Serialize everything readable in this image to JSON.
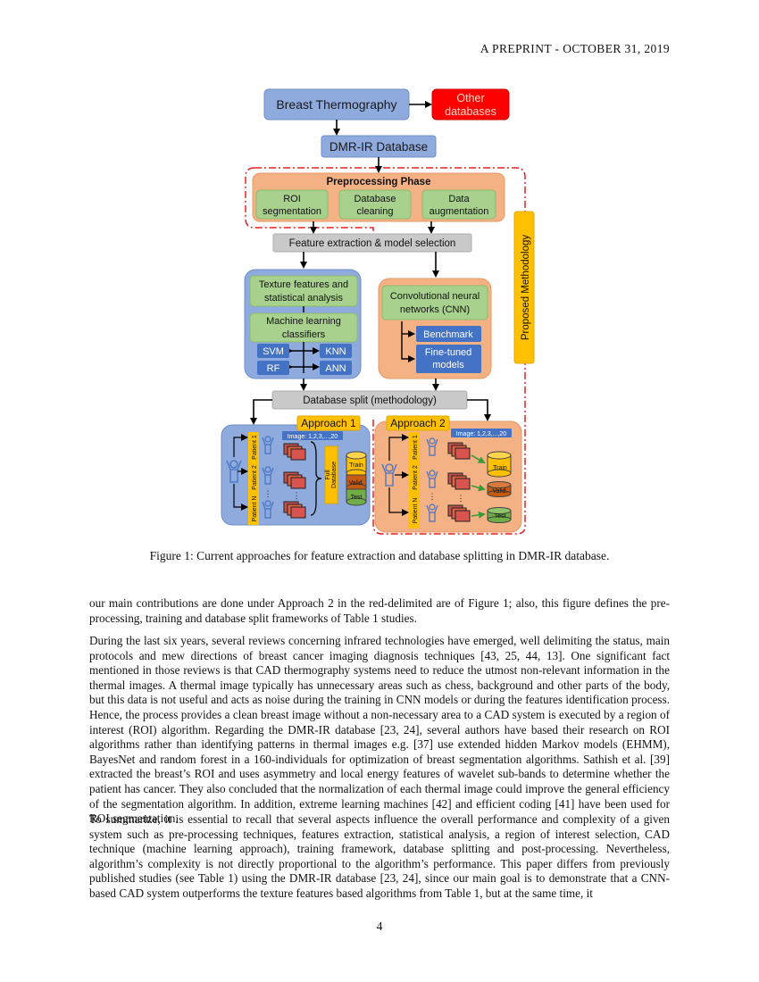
{
  "header": {
    "text": "A PREPRINT - OCTOBER 31, 2019"
  },
  "figure": {
    "breast_thermography": "Breast Thermography",
    "other_databases": [
      "Other",
      "databases"
    ],
    "dmr_ir_database": "DMR-IR Database",
    "preprocessing_title": "Preprocessing Phase",
    "roi_segmentation": [
      "ROI",
      "segmentation"
    ],
    "database_cleaning": [
      "Database",
      "cleaning"
    ],
    "data_augmentation": [
      "Data",
      "augmentation"
    ],
    "feature_extraction": "Feature extraction & model selection",
    "proposed_methodology": "Proposed Methodology",
    "texture_features": [
      "Texture features and",
      "statistical analysis"
    ],
    "ml_classifiers": [
      "Machine learning",
      "classifiers"
    ],
    "svm": "SVM",
    "knn": "KNN",
    "rf": "RF",
    "ann": "ANN",
    "cnn": [
      "Convolutional neural",
      "networks (CNN)"
    ],
    "benchmark": "Benchmark",
    "fine_tuned": [
      "Fine-tuned",
      "models"
    ],
    "database_split": "Database split (methodology)",
    "approach1": "Approach 1",
    "approach2": "Approach 2",
    "image_label": "Image: 1,2,3,...,20",
    "patient1": "Patient 1",
    "patient2": "Patient 2",
    "patientN": "Patient N",
    "full_database": [
      "Full",
      "Database"
    ],
    "train": "Train",
    "valid": "Valid.",
    "test": "Test",
    "dots": "⋮"
  },
  "caption": "Figure 1: Current approaches for feature extraction and database splitting in DMR-IR database.",
  "paragraphs": [
    "our main contributions are done under Approach 2 in the red-delimited are of Figure 1; also, this figure defines the pre-processing, training and database split frameworks of Table 1 studies.",
    "During the last six years, several reviews concerning infrared technologies have emerged, well delimiting the status, main protocols and mew directions of breast cancer imaging diagnosis techniques [43, 25, 44, 13]. One significant fact mentioned in those reviews is that CAD thermography systems need to reduce the utmost non-relevant information in the thermal images. A thermal image typically has unnecessary areas such as chess, background and other parts of the body, but this data is not useful and acts as noise during the training in CNN models or during the features identification process. Hence, the process provides a clean breast image without a non-necessary area to a CAD system is executed by a region of interest (ROI) algorithm. Regarding the DMR-IR database [23, 24], several authors have based their research on ROI algorithms rather than identifying patterns in thermal images e.g. [37] use extended hidden Markov models (EHMM), BayesNet and random forest in a 160-individuals for optimization of breast segmentation algorithms. Sathish et al. [39] extracted the breast’s ROI and uses asymmetry and local energy features of wavelet sub-bands to determine whether the patient has cancer. They also concluded that the normalization of each thermal image could improve the general efficiency of the segmentation algorithm. In addition, extreme learning machines [42] and efficient coding [41] have been used for ROI segmentation.",
    "To summarize, it is essential to recall that several aspects influence the overall performance and complexity of a given system such as pre-processing techniques, features extraction, statistical analysis, a region of interest selection, CAD technique (machine learning approach), training framework, database splitting and post-processing. Nevertheless, algorithm’s complexity is not directly proportional to the algorithm’s performance. This paper differs from previously published studies (see Table 1) using the DMR-IR database [23, 24], since our main goal is to demonstrate that a CNN-based CAD system outperforms the texture features based algorithms from Table 1, but at the same time, it"
  ],
  "page_number": "4",
  "colors": {
    "blue_box": "#8faadc",
    "red_box": "#ff0000",
    "salmon": "#f4b183",
    "green": "#a9d18e",
    "gray": "#c9c9c9",
    "dark_blue": "#4472c4",
    "yellow": "#ffc000",
    "dashed_red": "#e02020"
  }
}
